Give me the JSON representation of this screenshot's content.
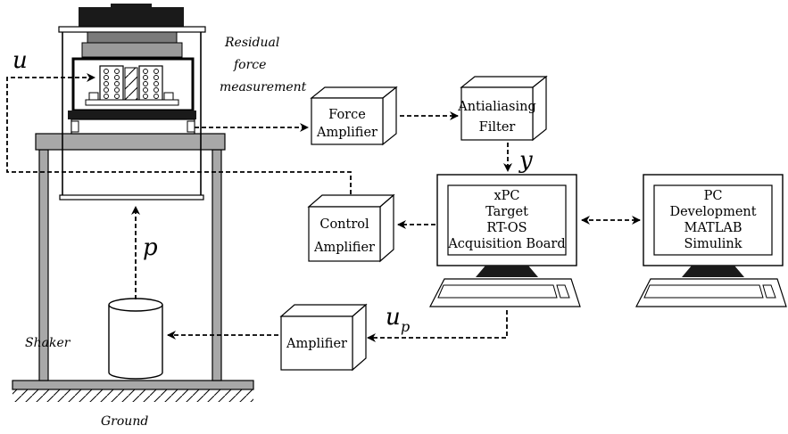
{
  "labels": {
    "residual": [
      "Residual",
      "force",
      "measurement"
    ],
    "force_amplifier": [
      "Force",
      "Amplifier"
    ],
    "antialiasing_filter": [
      "Antialiasing",
      "Filter"
    ],
    "control_amplifier": [
      "Control",
      "Amplifier"
    ],
    "amplifier": "Amplifier",
    "shaker": "Shaker",
    "ground": "Ground",
    "target_pc": [
      "xPC",
      "Target",
      "RT-OS",
      "Acquisition Board"
    ],
    "dev_pc": [
      "PC",
      "Development",
      "MATLAB",
      "Simulink"
    ]
  },
  "signals": {
    "u": "u",
    "y": "y",
    "p": "p",
    "up_base": "u",
    "up_sub": "p"
  }
}
